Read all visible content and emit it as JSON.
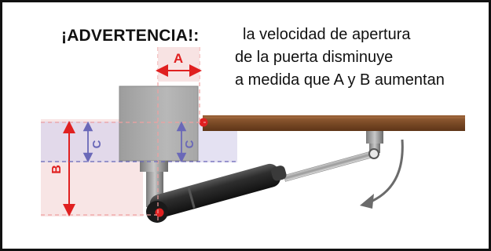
{
  "warning": {
    "label": "¡ADVERTENCIA!:",
    "lines": [
      "la velocidad de apertura",
      "de la puerta disminuye",
      "a medida que A y B aumentan"
    ]
  },
  "dimensions": {
    "a": "A",
    "b": "B",
    "c": "C"
  },
  "colors": {
    "dimension_red": "#e02020",
    "dimension_blue": "#6a68b8",
    "gate_wood": "#7a4a26",
    "actuator_black": "#2a2a2a",
    "frame": "#111111"
  }
}
